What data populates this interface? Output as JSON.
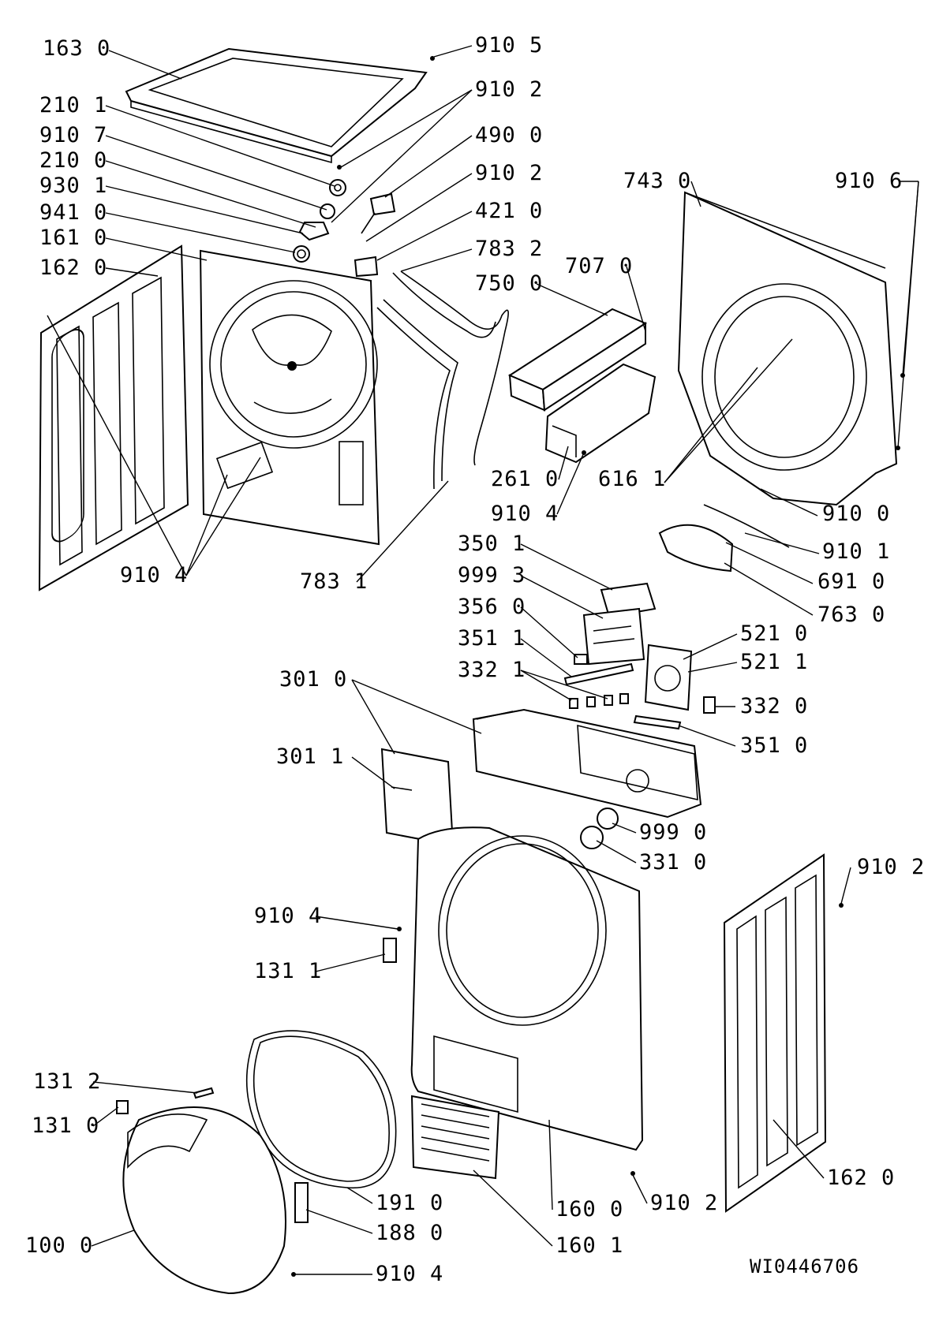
{
  "diagram_code": "WI0446706",
  "callouts": [
    "163 0",
    "910 5",
    "210 1",
    "910 2",
    "910 7",
    "490 0",
    "210 0",
    "910 2",
    "930 1",
    "421 0",
    "941 0",
    "783 2",
    "161 0",
    "162 0",
    "707 0",
    "750 0",
    "743 0",
    "910 6",
    "261 0",
    "910 4",
    "616 1",
    "910 0",
    "910 1",
    "691 0",
    "763 0",
    "910 4",
    "783 1",
    "350 1",
    "999 3",
    "356 0",
    "351 1",
    "332 1",
    "521 0",
    "521 1",
    "332 0",
    "351 0",
    "301 0",
    "301 1",
    "999 0",
    "331 0",
    "910 2",
    "910 4",
    "131 1",
    "131 2",
    "131 0",
    "162 0",
    "910 2",
    "191 0",
    "160 0",
    "188 0",
    "160 1",
    "100 0",
    "910 4"
  ]
}
